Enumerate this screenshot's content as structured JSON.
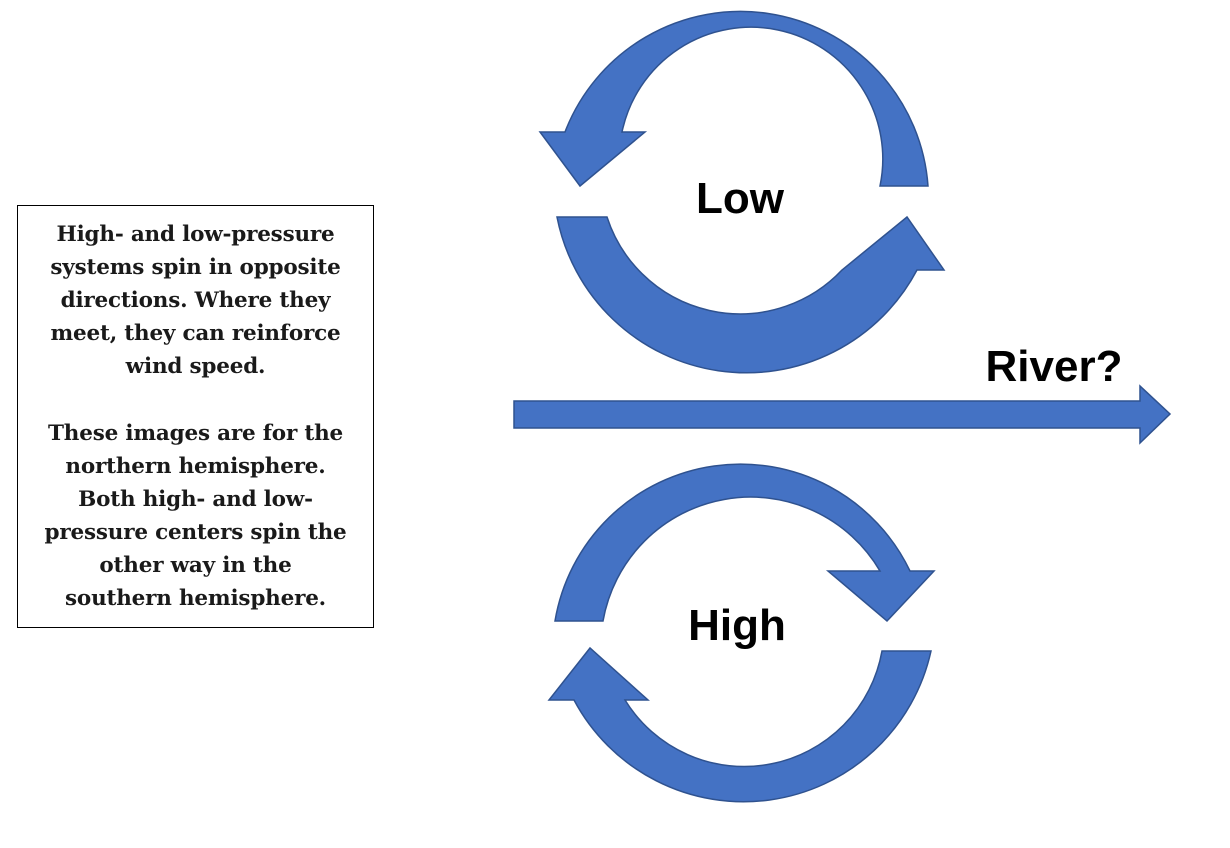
{
  "note": {
    "paragraph_1": "High- and low-pressure\nsystems spin in opposite\ndirections.  Where they\nmeet, they can reinforce\nwind speed.",
    "paragraph_2": "These images are for the\nnorthern hemisphere.\nBoth high- and low-\npressure centers spin the\nother way in the\nsouthern hemisphere."
  },
  "labels": {
    "low": "Low",
    "high": "High",
    "river": "River?"
  },
  "colors": {
    "arrow_fill": "#4472c4",
    "arrow_outline": "#2f528f",
    "text": "#000000"
  }
}
